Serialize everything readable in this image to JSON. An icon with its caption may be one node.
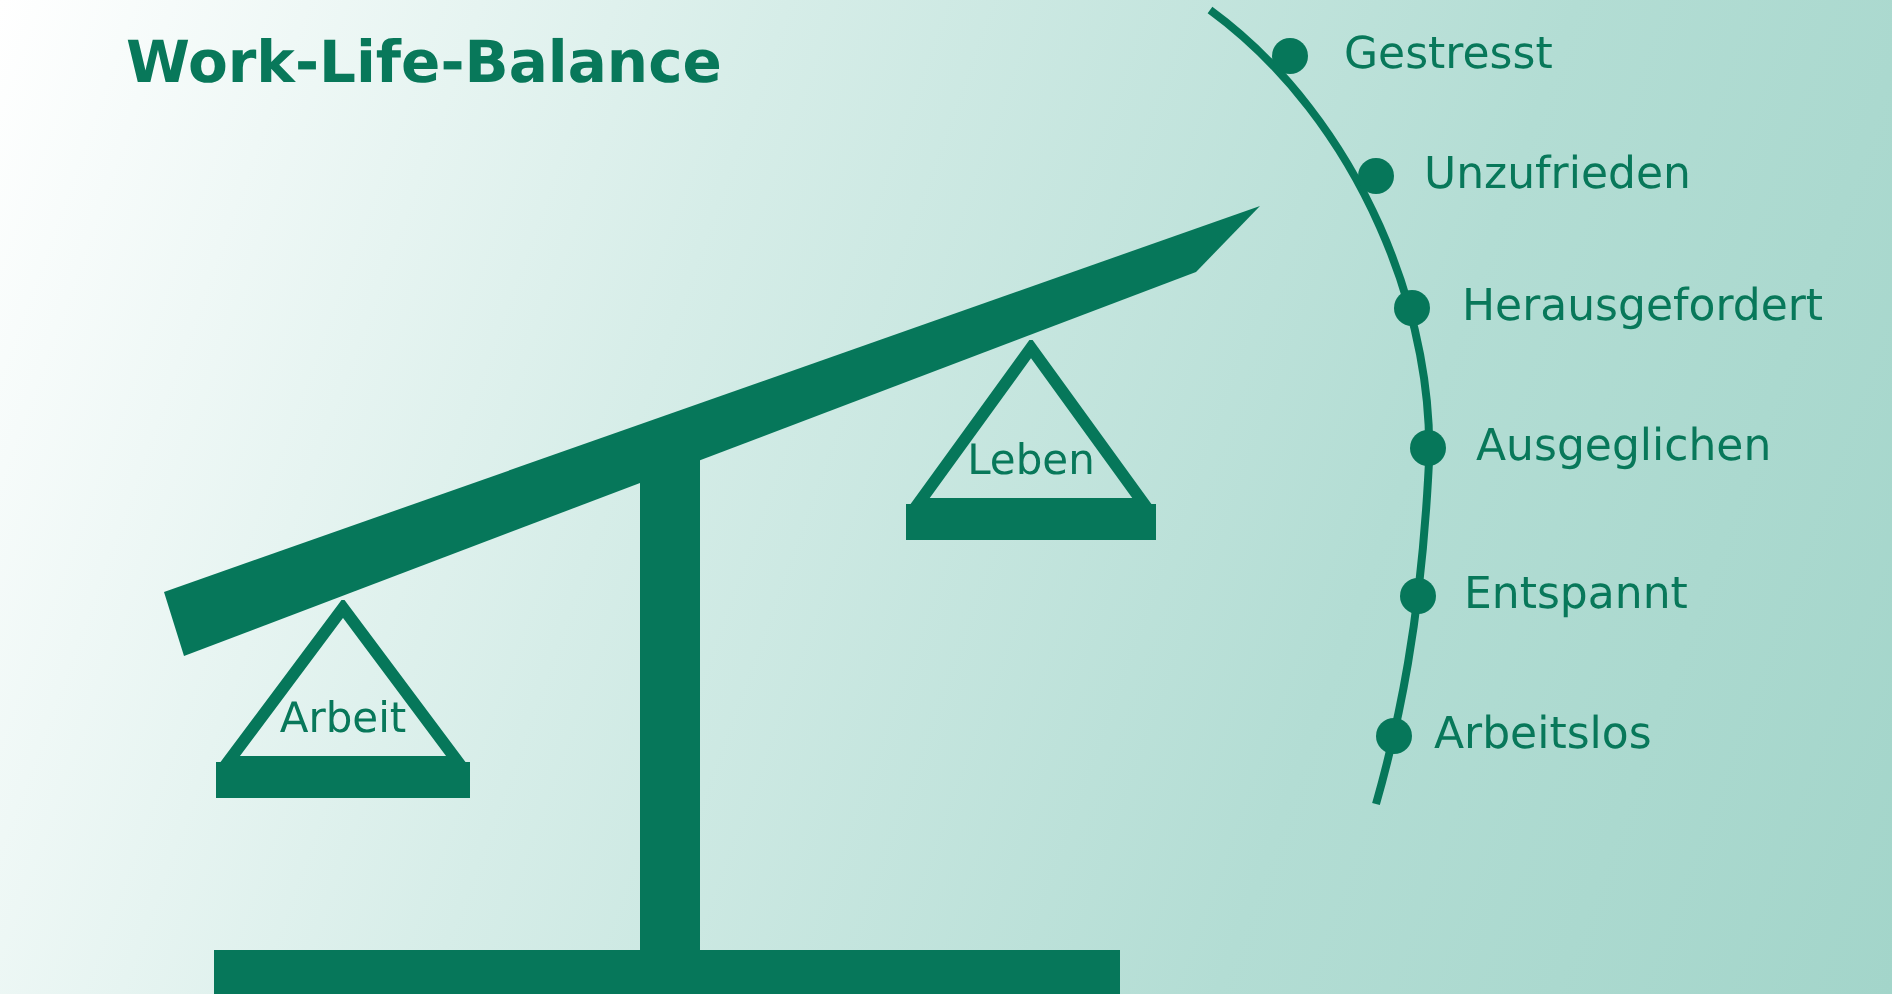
{
  "diagram": {
    "title": "Work-Life-Balance",
    "nodes": [
      {
        "text": [
          "Leben"
        ]
      },
      {
        "text": [
          "Arbeit"
        ]
      }
    ],
    "labels": [
      "Gestresst",
      "Unzufrieden",
      "Herausgefordert",
      "Ausgeglichen",
      "Entspannt",
      "Arbeitslos"
    ]
  }
}
